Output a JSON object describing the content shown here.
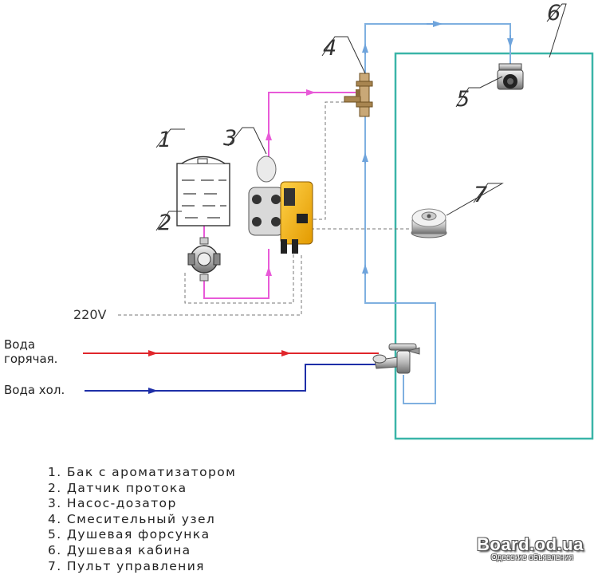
{
  "labels": {
    "hot_water_line1": "Вода",
    "hot_water_line2": "горячая.",
    "cold_water": "Вода хол.",
    "voltage": "220V"
  },
  "callouts": [
    "1",
    "2",
    "3",
    "4",
    "5",
    "6",
    "7"
  ],
  "legend": [
    "1. Бак с ароматизатором",
    "2. Датчик протока",
    "3. Насос-дозатор",
    "4. Смесительный узел",
    "5. Душевая форсунка",
    "6. Душевая кабина",
    "7. Пульт управления"
  ],
  "watermark": {
    "main": "Board.od.ua",
    "sub": "Одесские объявления"
  },
  "colors": {
    "hot_line": "#e0262b",
    "cold_line": "#1e2fa8",
    "mixed_line": "#7fb0e0",
    "aroma_line": "#e85ad8",
    "cabin_outline": "#3ab5a8",
    "signal_line": "#777777",
    "pump_body": "#f2b51c"
  },
  "icons": [
    "tank-icon",
    "flow-sensor-icon",
    "dosing-pump-icon",
    "mixing-node-icon",
    "shower-nozzle-icon",
    "control-panel-icon",
    "faucet-icon"
  ]
}
